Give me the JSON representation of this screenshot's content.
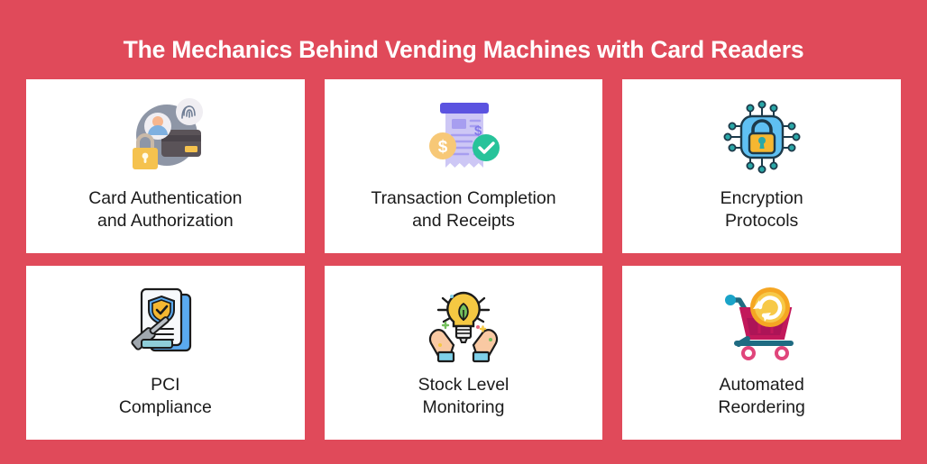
{
  "theme": {
    "background_color": "#e04a5a",
    "card_background": "#ffffff",
    "title_color": "#ffffff",
    "label_color": "#1b1b1b"
  },
  "header": {
    "title": "The Mechanics Behind Vending Machines with Card Readers"
  },
  "cards": [
    {
      "icon_name": "card-authentication-icon",
      "icon_description": "gray circle with user avatar, credit card, fingerprint badge and yellow padlock",
      "line1": "Card Authentication",
      "line2": "and Authorization"
    },
    {
      "icon_name": "receipt-transaction-icon",
      "icon_description": "lavender paper receipt with purple header bar, orange dollar coin and green check badge",
      "line1": "Transaction Completion",
      "line2": "and Receipts"
    },
    {
      "icon_name": "encryption-chip-lock-icon",
      "icon_description": "blue microchip with teal circuit traces and a yellow padlock",
      "line1": "Encryption",
      "line2": "Protocols"
    },
    {
      "icon_name": "pci-compliance-icon",
      "icon_description": "documents with blue and yellow shield checkmark and a gavel",
      "line1": "PCI",
      "line2": "Compliance"
    },
    {
      "icon_name": "stock-level-monitoring-icon",
      "icon_description": "two hands holding a glowing yellow lightbulb with green leaf",
      "line1": "Stock Level",
      "line2": "Monitoring"
    },
    {
      "icon_name": "automated-reordering-icon",
      "icon_description": "pink shopping cart with orange circular refresh arrow badge",
      "line1": "Automated",
      "line2": "Reordering"
    }
  ]
}
